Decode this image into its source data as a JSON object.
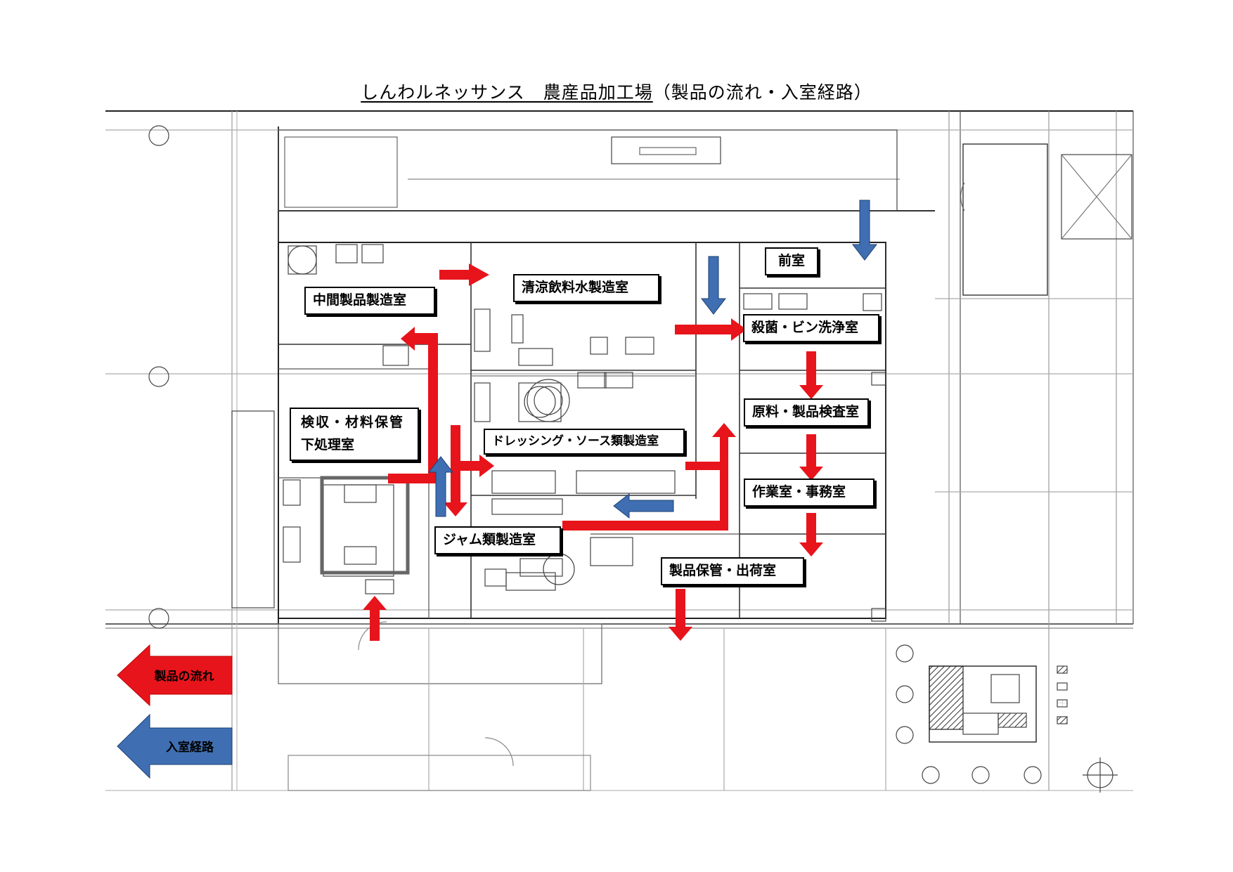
{
  "title": {
    "main": "しんわルネッサンス　農産品加工場",
    "sub": "（製品の流れ・入室経路）"
  },
  "rooms": {
    "anteroom": "前室",
    "soft_drink": "清涼飲料水製造室",
    "intermediate": "中間製品製造室",
    "sterilization": "殺菌・ビン洗浄室",
    "receiving_line1": "検収・材料保管",
    "receiving_line2": "下処理室",
    "raw_material_inspection": "原料・製品検査室",
    "dressing": "ドレッシング・ソース類製造室",
    "work_office": "作業室・事務室",
    "jam": "ジャム類製造室",
    "storage_shipping": "製品保管・出荷室"
  },
  "legend": {
    "product_flow": "製品の流れ",
    "entry_route": "入室経路"
  },
  "colors": {
    "product_flow": "#e8141b",
    "entry_route": "#3f6fb2",
    "plan_lines": "#555555"
  }
}
